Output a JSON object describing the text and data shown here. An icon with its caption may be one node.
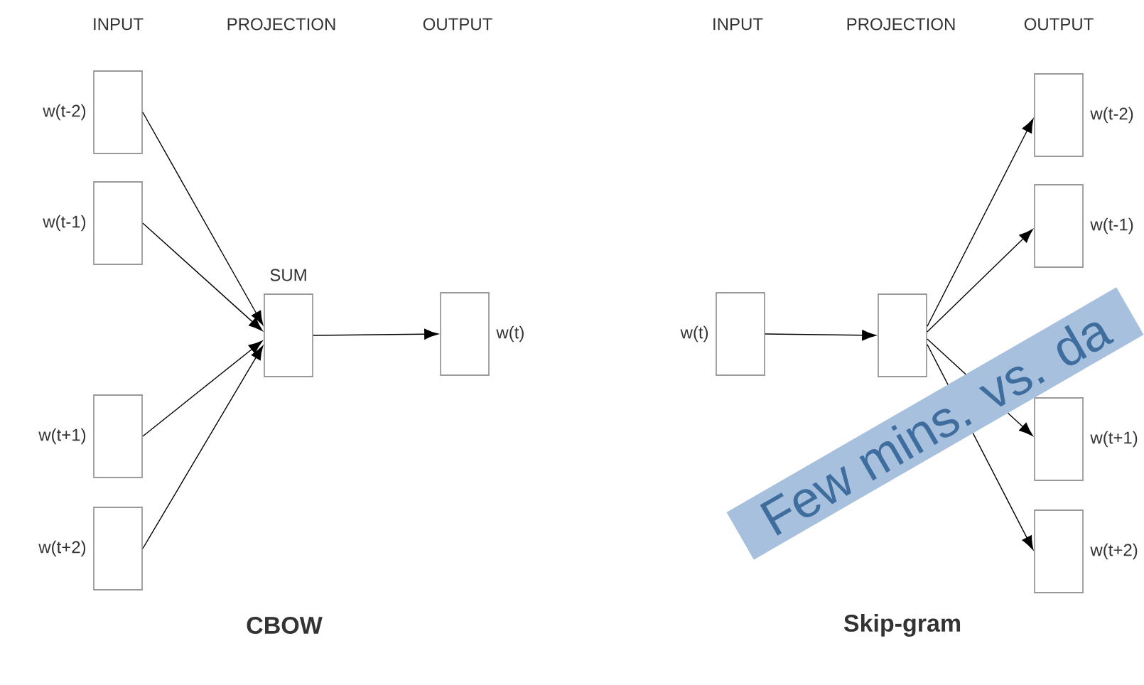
{
  "diagram": {
    "nodes": [
      {
        "text": [],
        "shape": "box",
        "beside": [
          "w(t-2)"
        ]
      },
      {
        "text": [],
        "shape": "box",
        "beside": [
          "w(t-1)"
        ]
      },
      {
        "text": [],
        "shape": "box",
        "beside": [
          "w(t+1)"
        ]
      },
      {
        "text": [],
        "shape": "box",
        "beside": [
          "w(t+2)"
        ]
      },
      {
        "text": [],
        "shape": "box",
        "beside": [
          "SUM"
        ]
      },
      {
        "text": [],
        "shape": "box",
        "beside": [
          "w(t)"
        ]
      },
      {
        "text": [],
        "shape": "box",
        "beside": [
          "w(t)"
        ]
      },
      {
        "text": [],
        "shape": "box"
      },
      {
        "text": [],
        "shape": "box",
        "beside": [
          "w(t-2)"
        ]
      },
      {
        "text": [],
        "shape": "box",
        "beside": [
          "w(t-1)"
        ]
      },
      {
        "text": [],
        "shape": "box",
        "beside": [
          "w(t+1)"
        ]
      },
      {
        "text": [],
        "shape": "box",
        "beside": [
          "w(t+2)"
        ]
      }
    ],
    "edges": [
      {
        "from": 0,
        "to": 4,
        "arrow": "to"
      },
      {
        "from": 1,
        "to": 4,
        "arrow": "to"
      },
      {
        "from": 2,
        "to": 4,
        "arrow": "to"
      },
      {
        "from": 3,
        "to": 4,
        "arrow": "to"
      },
      {
        "from": 4,
        "to": 5,
        "arrow": "to"
      },
      {
        "from": 6,
        "to": 7,
        "arrow": "to"
      },
      {
        "from": 7,
        "to": 8,
        "arrow": "to"
      },
      {
        "from": 7,
        "to": 9,
        "arrow": "to"
      },
      {
        "from": 7,
        "to": 10,
        "arrow": "to"
      },
      {
        "from": 7,
        "to": 11,
        "arrow": "to"
      }
    ],
    "labels": [
      "INPUT",
      "PROJECTION",
      "OUTPUT",
      "INPUT",
      "PROJECTION",
      "OUTPUT",
      "CBOW",
      "Skip-gram",
      "Few mins. vs. da"
    ]
  }
}
